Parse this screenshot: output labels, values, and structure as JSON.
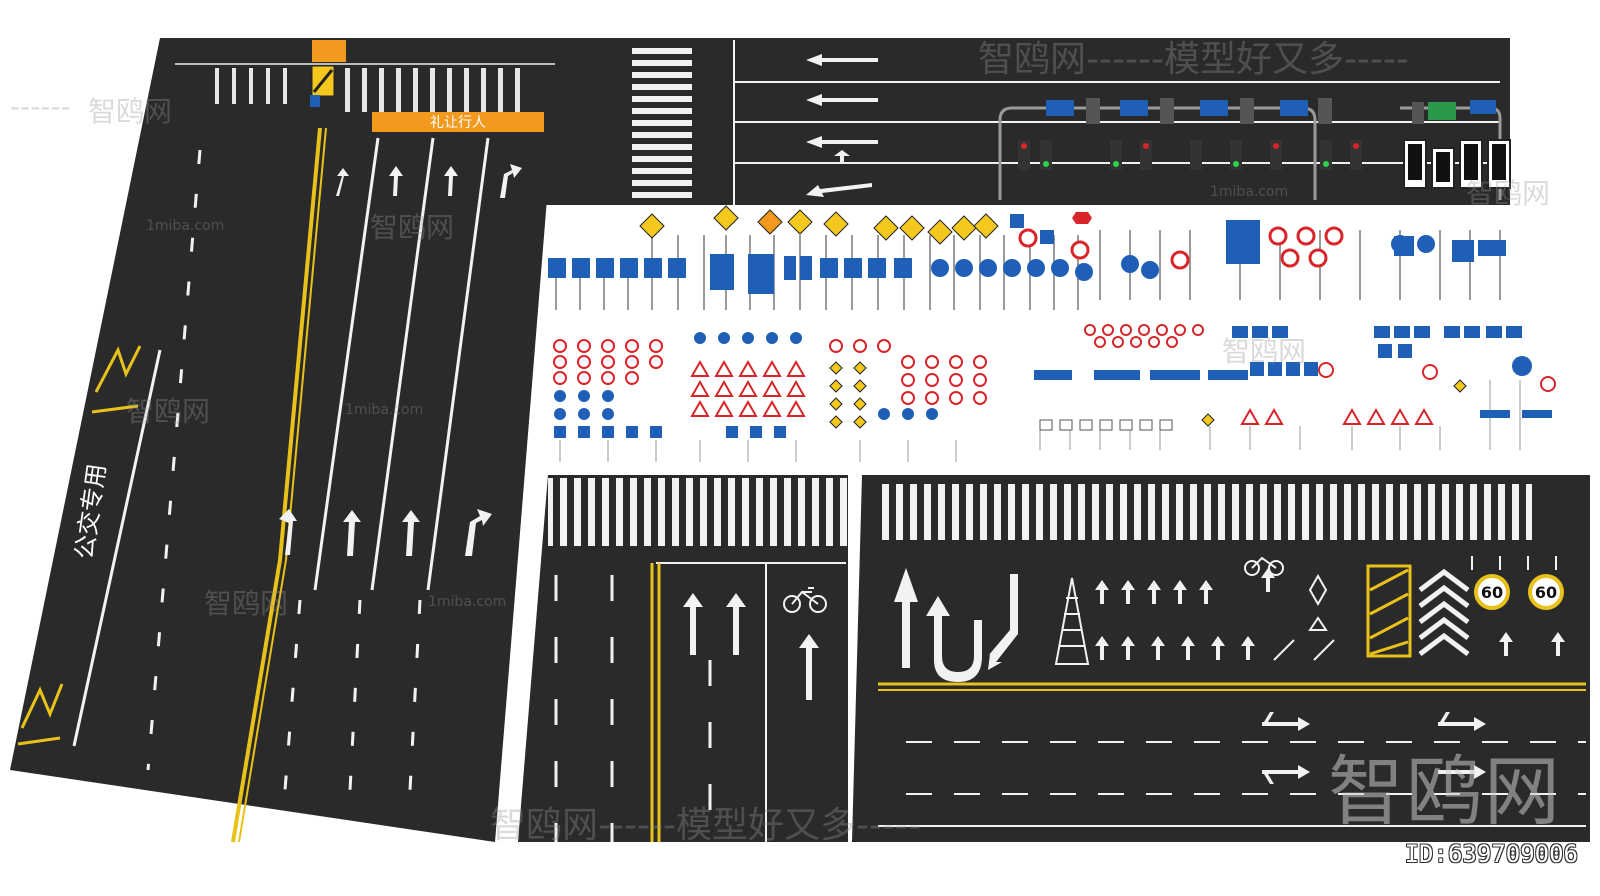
{
  "scene": {
    "overhead_sign_text": "礼让行人",
    "road_text_left": "公交专用",
    "speed_limit_1": "60",
    "speed_limit_2": "60"
  },
  "watermarks": {
    "brand": "智鸥网",
    "slogan": "智鸥网------模型好又多-----",
    "site": "1miba.com",
    "short_dash": "------",
    "id": "ID:639709006"
  },
  "colors": {
    "asphalt": "#2a2a2a",
    "lane_white": "#f2f2f2",
    "lane_yellow": "#e8c21a",
    "sign_orange": "#f39a1e",
    "sign_blue": "#1f5fb8",
    "sign_red": "#d8252a",
    "sign_yellow": "#f4c81c",
    "pole_gray": "#9a9a9a"
  }
}
